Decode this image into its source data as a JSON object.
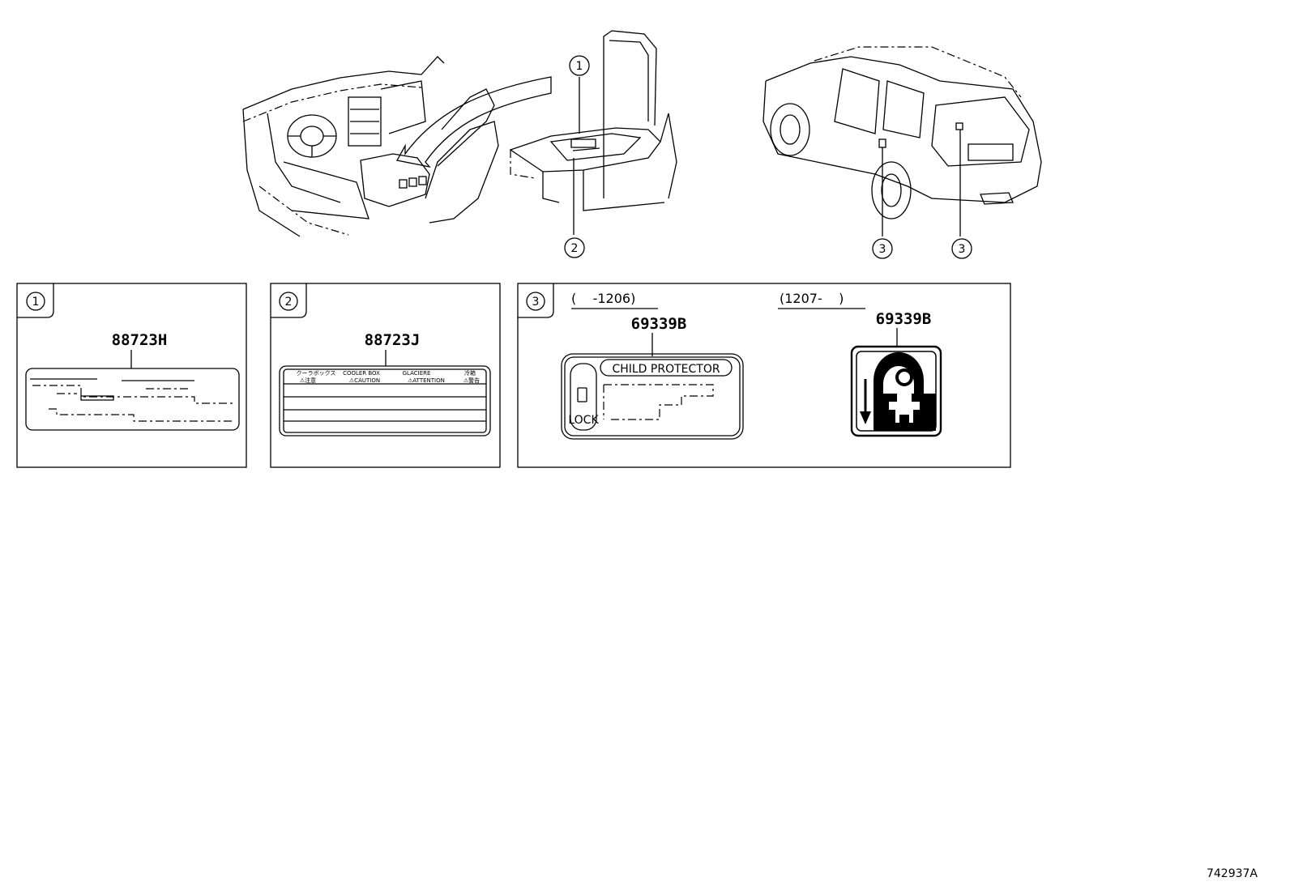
{
  "callouts": {
    "c1": "1",
    "c2": "2",
    "c3": "3"
  },
  "panels": {
    "p1": {
      "index": "1",
      "part_no": "88723H"
    },
    "p2": {
      "index": "2",
      "part_no": "88723J",
      "header_top": [
        "クーラボックス",
        "COOLER BOX",
        "GLACIERE",
        "冷箱"
      ],
      "header_bottom": [
        "⚠注意",
        "⚠CAUTION",
        "⚠ATTENTION",
        "⚠警告"
      ]
    },
    "p3": {
      "index": "3",
      "range_left": "(    -1206)",
      "range_right": "(1207-    )",
      "part_no_left": "69339B",
      "part_no_right": "69339B",
      "label_title": "CHILD PROTECTOR",
      "label_lock": "LOCK"
    }
  },
  "diagram_id": "742937A"
}
